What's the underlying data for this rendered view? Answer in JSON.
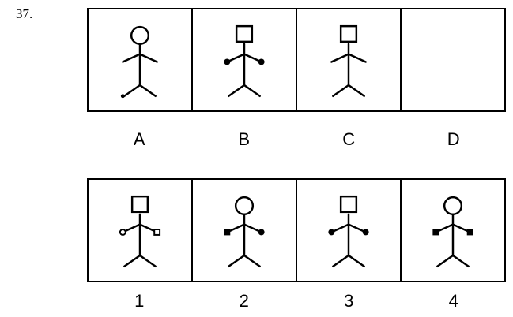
{
  "question": {
    "number": "37."
  },
  "problem_figures": [
    {
      "label": "A",
      "head": "circle",
      "hands": "none",
      "feet": "dot-left"
    },
    {
      "label": "B",
      "head": "square",
      "hands": "dots",
      "feet": "none"
    },
    {
      "label": "C",
      "head": "square",
      "hands": "none",
      "feet": "none"
    },
    {
      "label": "D",
      "head": "blank",
      "hands": "none",
      "feet": "none"
    }
  ],
  "answer_figures": [
    {
      "label": "1",
      "head": "square",
      "hands": "circle-left-square-right",
      "feet": "none"
    },
    {
      "label": "2",
      "head": "circle",
      "hands": "square-left-dot-right",
      "feet": "none"
    },
    {
      "label": "3",
      "head": "square",
      "hands": "dots",
      "feet": "none"
    },
    {
      "label": "4",
      "head": "circle",
      "hands": "squares",
      "feet": "none"
    }
  ]
}
